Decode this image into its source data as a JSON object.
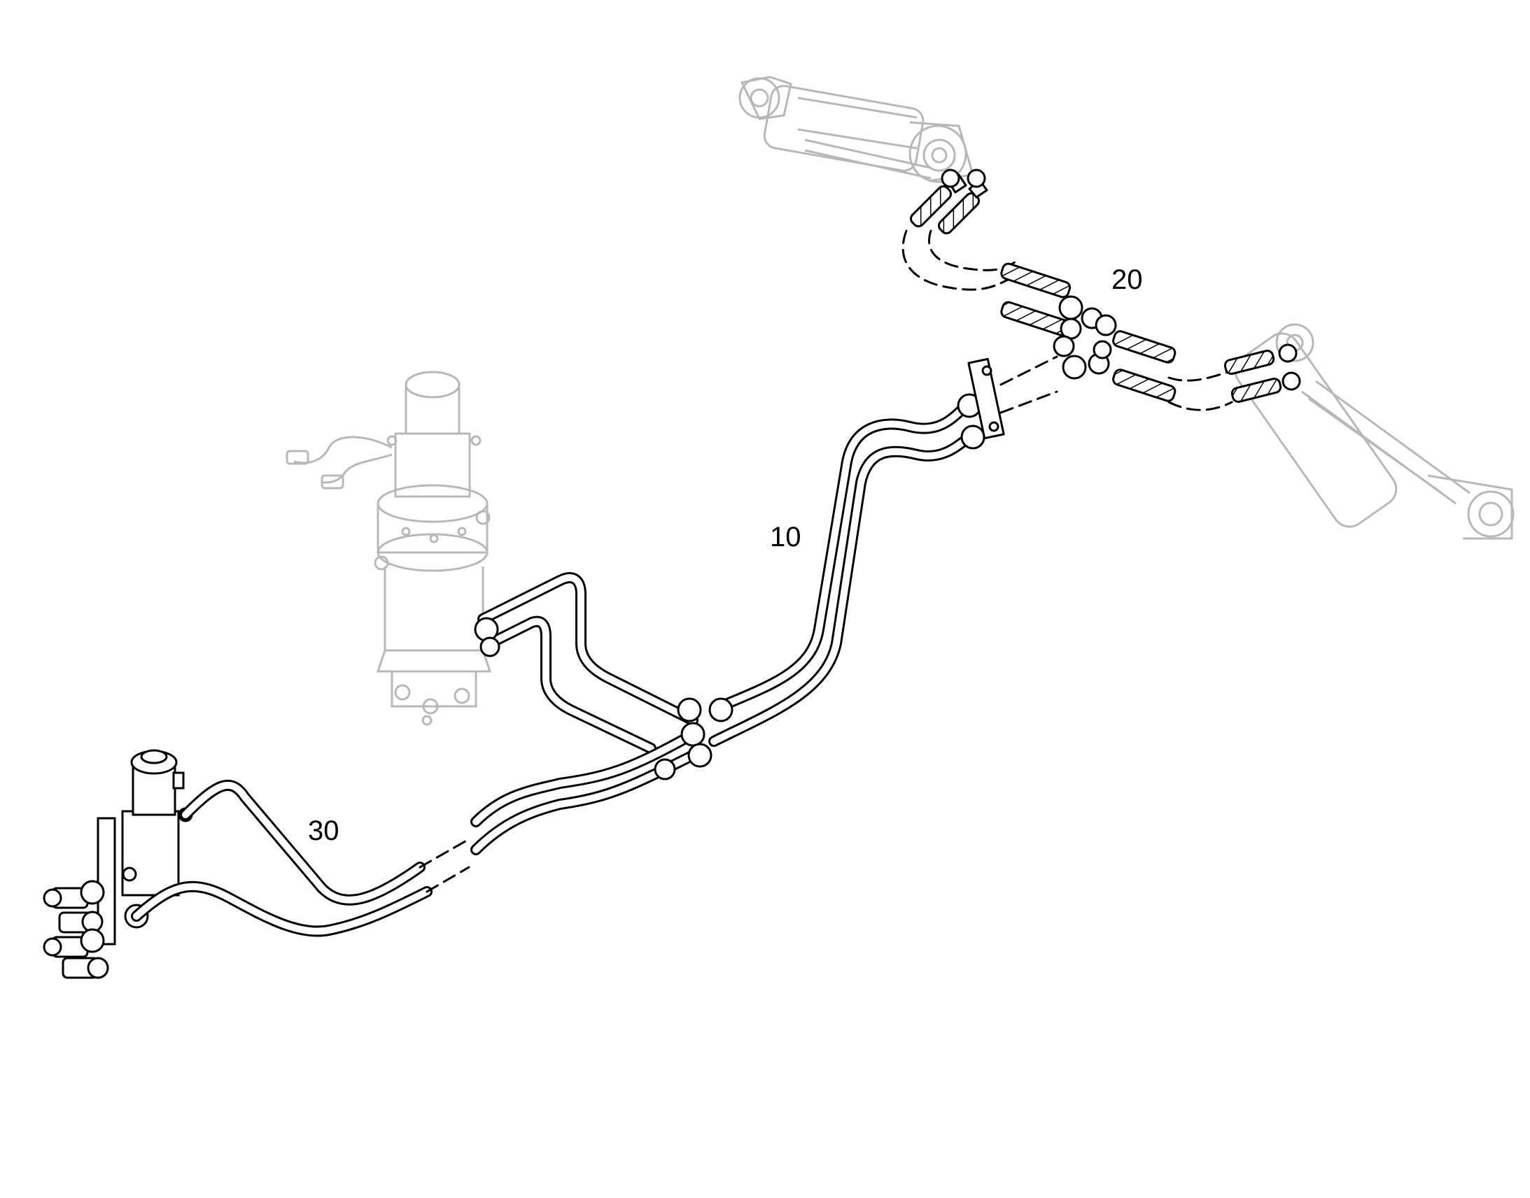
{
  "diagram": {
    "callouts": [
      {
        "id": "10",
        "text": "10"
      },
      {
        "id": "20",
        "text": "20"
      },
      {
        "id": "30",
        "text": "30"
      }
    ],
    "colors": {
      "line": "#000000",
      "faded_component": "#b8b8b8",
      "background": "#ffffff"
    }
  }
}
